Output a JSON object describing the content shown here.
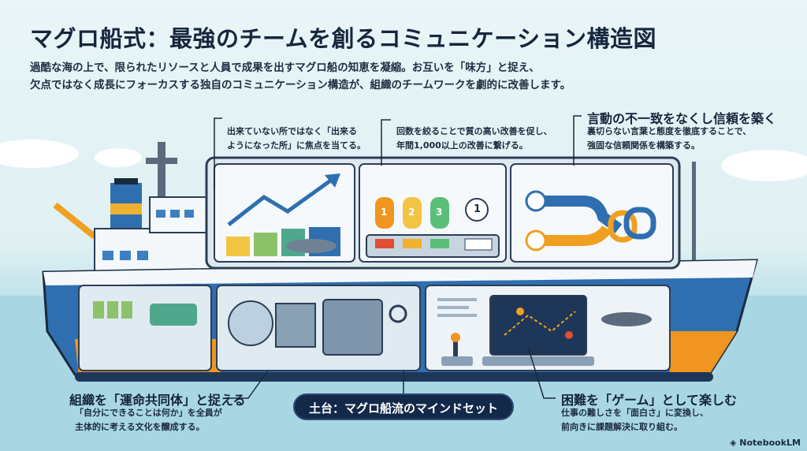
{
  "title": "マグロ船式：最強のチームを創るコミュニケーション構造図",
  "subtitle": [
    "過酷な海の上で、限られたリソースと人員で成果を出すマグロ船の知恵を凝縮。お互いを「味方」と捉え、",
    "欠点ではなく成長にフォーカスする独自のコミュニケーション構造が、組織のチームワークを劇的に改善します。"
  ],
  "callouts": {
    "growth": [
      "出来ていない所ではなく「出来る",
      "ようになった所」に焦点を当てる。"
    ],
    "improve": [
      "回数を絞ることで質の高い改善を促し、",
      "年間1,000以上の改善に繋げる。"
    ],
    "trust": {
      "heading": "言動の不一致をなくし信頼を築く",
      "text": [
        "裏切らない言葉と態度を徹底することで、",
        "強固な信頼関係を構築する。"
      ]
    },
    "community": {
      "heading": "組織を「運命共同体」と捉える",
      "text": [
        "「自分にできることは何か」を全員が",
        "主体的に考える文化を醸成する。"
      ]
    },
    "game": {
      "heading": "困難を「ゲーム」として楽しむ",
      "text": [
        "仕事の難しさを「面白さ」に変換し、",
        "前向きに課題解決に取り組む。"
      ]
    }
  },
  "foundation": "土台：マグロ船流のマインドセット",
  "badges": [
    "1",
    "2",
    "3",
    "1"
  ],
  "brand": "NotebookLM"
}
